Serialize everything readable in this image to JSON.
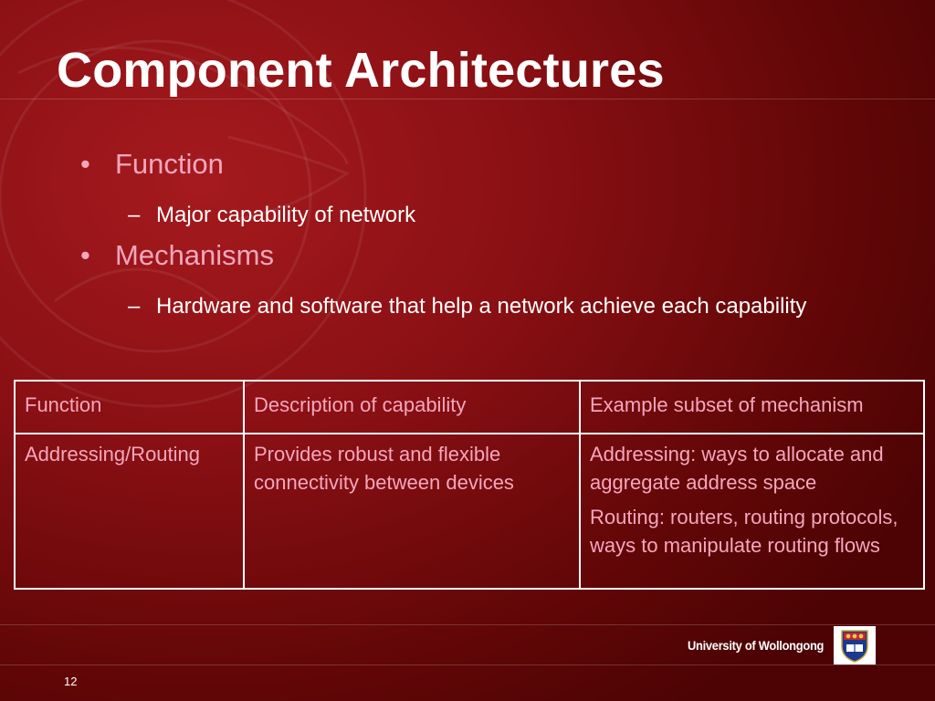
{
  "slide": {
    "title": "Component Architectures",
    "bullets": [
      {
        "label": "Function",
        "sub": "Major capability of network"
      },
      {
        "label": "Mechanisms",
        "sub": "Hardware and software that help a network achieve each capability"
      }
    ],
    "bullet_glyph": "•",
    "sub_glyph": "–"
  },
  "table": {
    "headers": [
      "Function",
      "Description of capability",
      "Example subset of mechanism"
    ],
    "row": {
      "function": "Addressing/Routing",
      "description": "Provides robust and flexible connectivity between devices",
      "mechanism_1": "Addressing: ways to allocate and aggregate address space",
      "mechanism_2": "Routing: routers, routing protocols, ways to manipulate routing flows"
    }
  },
  "footer": {
    "university": "University of Wollongong",
    "page_number": "12"
  },
  "colors": {
    "background": "#8a1014",
    "bullet_text": "#f4a6bc",
    "title_text": "#ffffff"
  },
  "icons": {
    "crest": "university-crest-icon"
  }
}
